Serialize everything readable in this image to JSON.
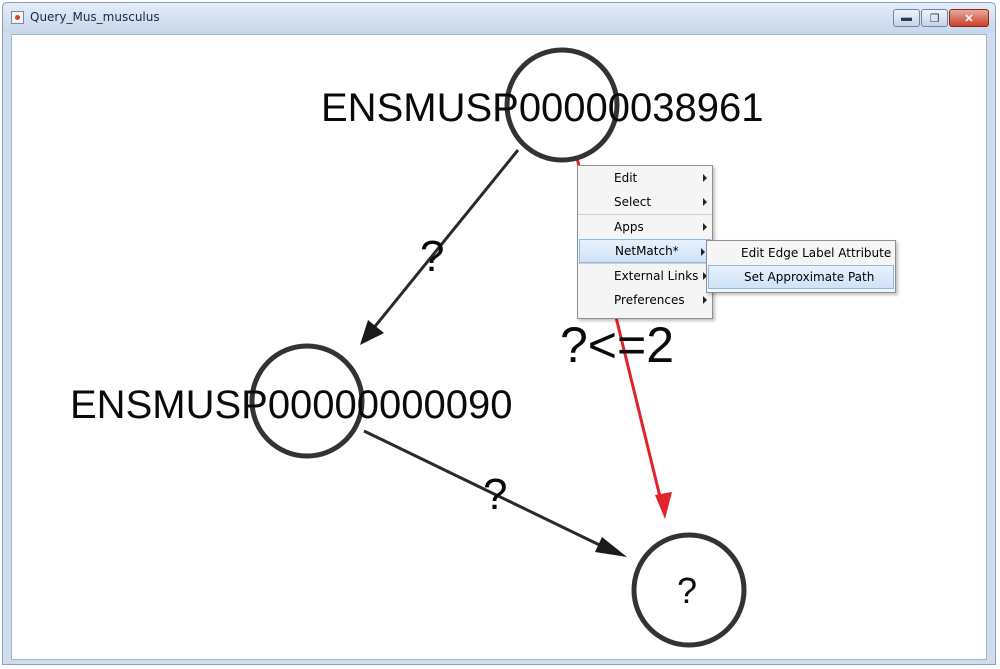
{
  "window": {
    "title": "Query_Mus_musculus",
    "controls": [
      "minimize",
      "restore",
      "close"
    ]
  },
  "graph": {
    "nodes": [
      {
        "id": "n1",
        "label": "ENSMUSP00000038961"
      },
      {
        "id": "n2",
        "label": "ENSMUSP00000000090"
      },
      {
        "id": "n3",
        "label": "?"
      }
    ],
    "edges": [
      {
        "from": "n1",
        "to": "n2",
        "label": "?",
        "color": "#2a2a2a"
      },
      {
        "from": "n2",
        "to": "n3",
        "label": "?",
        "color": "#2a2a2a"
      },
      {
        "from": "n1",
        "to": "n3",
        "label": "?<=2",
        "color": "#e0242a"
      }
    ]
  },
  "context_menu": {
    "items": [
      {
        "label": "Edit",
        "has_submenu": true
      },
      {
        "label": "Select",
        "has_submenu": true
      },
      {
        "label": "Apps",
        "has_submenu": true
      },
      {
        "label": "NetMatch*",
        "has_submenu": true,
        "active": true
      },
      {
        "label": "External Links",
        "has_submenu": true
      },
      {
        "label": "Preferences",
        "has_submenu": true
      }
    ]
  },
  "submenu": {
    "items": [
      {
        "label": "Edit Edge Label Attribute"
      },
      {
        "label": "Set Approximate Path",
        "active": true
      }
    ]
  }
}
